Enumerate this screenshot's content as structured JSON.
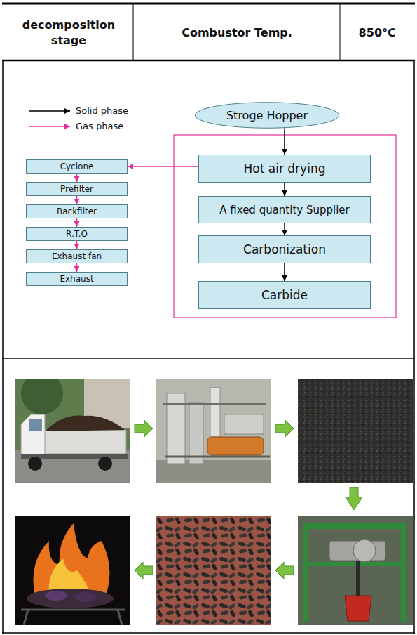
{
  "diagram": {
    "nodes": [
      {
        "text": [
          "Stroge Hopper"
        ]
      },
      {
        "text": [
          "Hot air drying"
        ]
      },
      {
        "text": [
          "A fixed quantity Supplier"
        ]
      },
      {
        "text": [
          "Carbonization"
        ]
      },
      {
        "text": [
          "Carbide"
        ]
      },
      {
        "text": [
          "Cyclone"
        ]
      },
      {
        "text": [
          "Prefilter"
        ]
      },
      {
        "text": [
          "Backfilter"
        ]
      },
      {
        "text": [
          "R.T.O"
        ]
      },
      {
        "text": [
          "Exhaust fan"
        ]
      },
      {
        "text": [
          "Exhaust"
        ]
      }
    ],
    "edges": [
      {
        "from": 0,
        "to": 1,
        "arrow": "to"
      },
      {
        "from": 1,
        "to": 2,
        "arrow": "to"
      },
      {
        "from": 2,
        "to": 3,
        "arrow": "to"
      },
      {
        "from": 3,
        "to": 4,
        "arrow": "to"
      },
      {
        "from": 1,
        "to": 5,
        "arrow": "to"
      },
      {
        "from": 5,
        "to": 6,
        "arrow": "to"
      },
      {
        "from": 6,
        "to": 7,
        "arrow": "to"
      },
      {
        "from": 7,
        "to": 8,
        "arrow": "to"
      },
      {
        "from": 8,
        "to": 9,
        "arrow": "to"
      },
      {
        "from": 9,
        "to": 10,
        "arrow": "to"
      }
    ],
    "labels": [
      "decomposition stage",
      "Combustor Temp.",
      "850℃"
    ],
    "legend": [
      {
        "text": "Solid phase"
      },
      {
        "text": "Gas phase"
      }
    ]
  }
}
